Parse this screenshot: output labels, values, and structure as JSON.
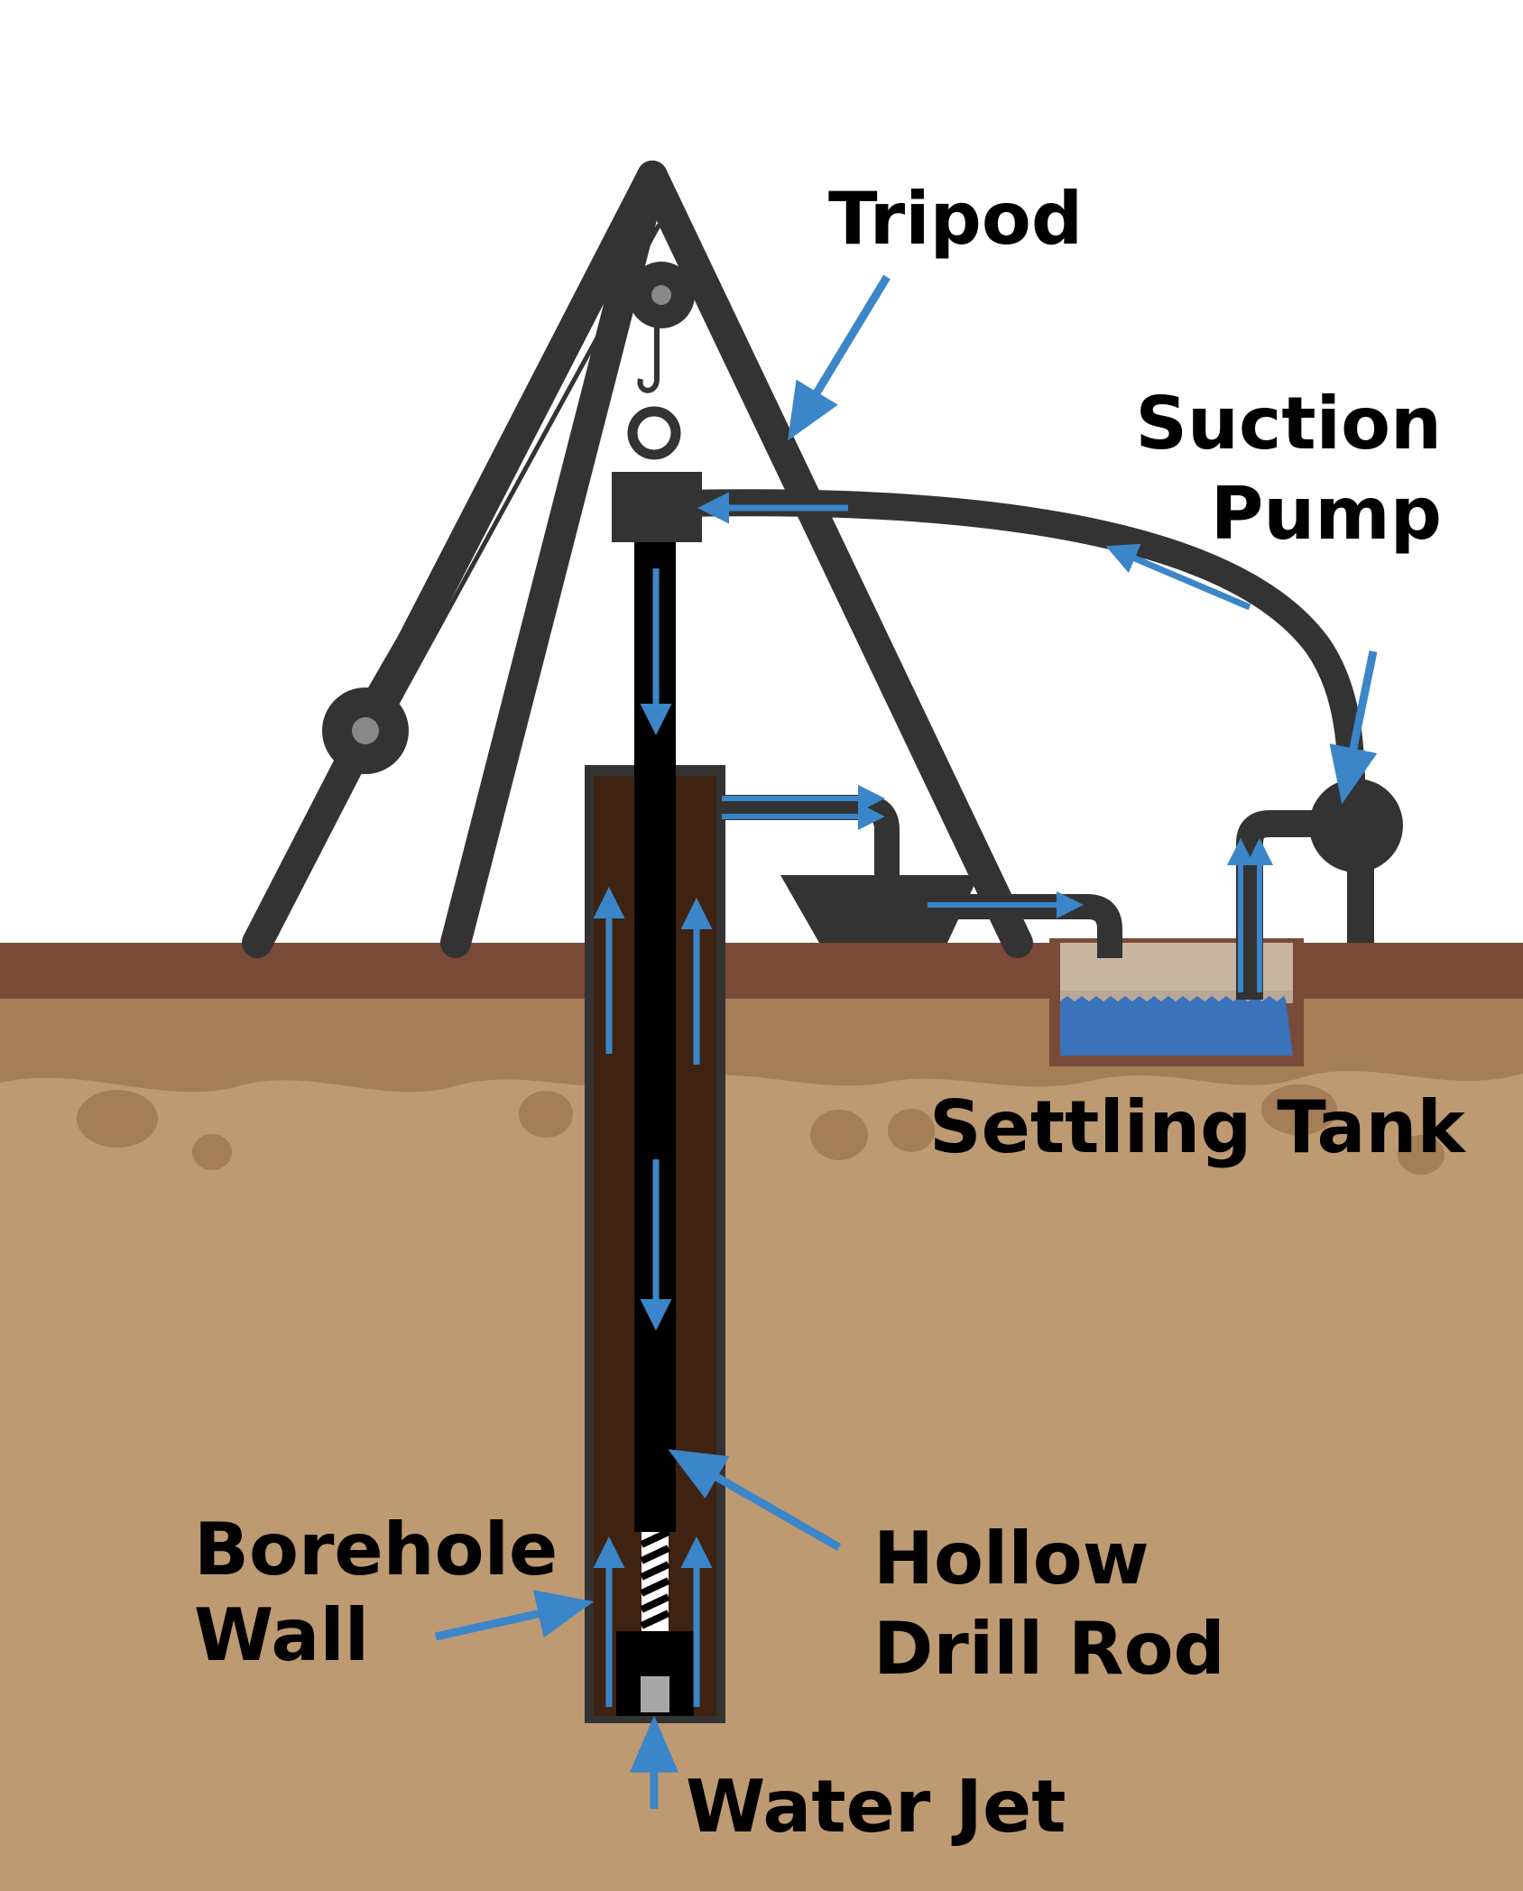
{
  "labels": {
    "tripod": "Tripod",
    "suction_pump_line1": "Suction",
    "suction_pump_line2": "Pump",
    "settling_tank": "Settling Tank",
    "borehole_wall_line1": "Borehole",
    "borehole_wall_line2": "Wall",
    "hollow_drill_rod_line1": "Hollow",
    "hollow_drill_rod_line2": "Drill Rod",
    "water_jet": "Water Jet"
  },
  "colors": {
    "sky": "#ffffff",
    "topsoil": "#7a4a38",
    "soil": "#be9a72",
    "soil_blob": "#a57d57",
    "borehole": "#3e2212",
    "equipment": "#333333",
    "rod": "#000000",
    "flow_arrow": "#3a86c8",
    "water": "#3a72bb",
    "tank_upper": "#c8b59f"
  }
}
